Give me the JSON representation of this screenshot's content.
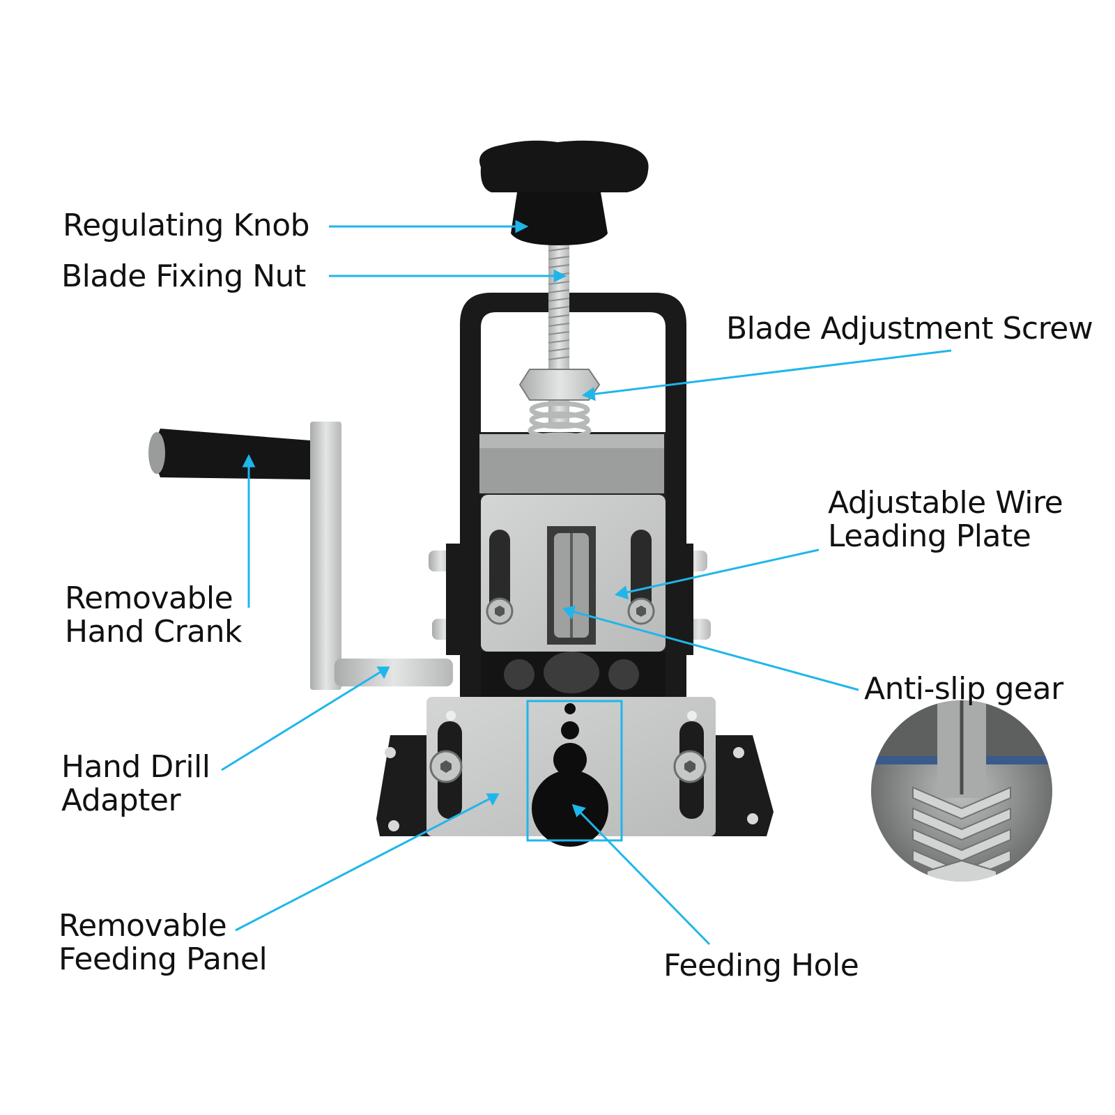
{
  "colors": {
    "leader_line": "#1fb6ea",
    "label_text": "#111111",
    "background": "#ffffff",
    "steel": "#c8c9c9",
    "black_part": "#1a1a1a"
  },
  "labels": {
    "regulating_knob": "Regulating Knob",
    "blade_fixing_nut": "Blade Fixing Nut",
    "blade_adjustment_screw": "Blade Adjustment Screw",
    "adjustable_wire_leading_plate": [
      "Adjustable Wire",
      "Leading Plate"
    ],
    "removable_hand_crank": [
      "Removable",
      "Hand Crank"
    ],
    "anti_slip_gear": "Anti-slip gear",
    "hand_drill_adapter": [
      "Hand Drill",
      "Adapter"
    ],
    "removable_feeding_panel": [
      "Removable",
      "Feeding Panel"
    ],
    "feeding_hole": "Feeding Hole"
  },
  "icons": {
    "product": "wire-stripper-machine-icon",
    "detail": "anti-slip-gear-closeup-icon"
  }
}
